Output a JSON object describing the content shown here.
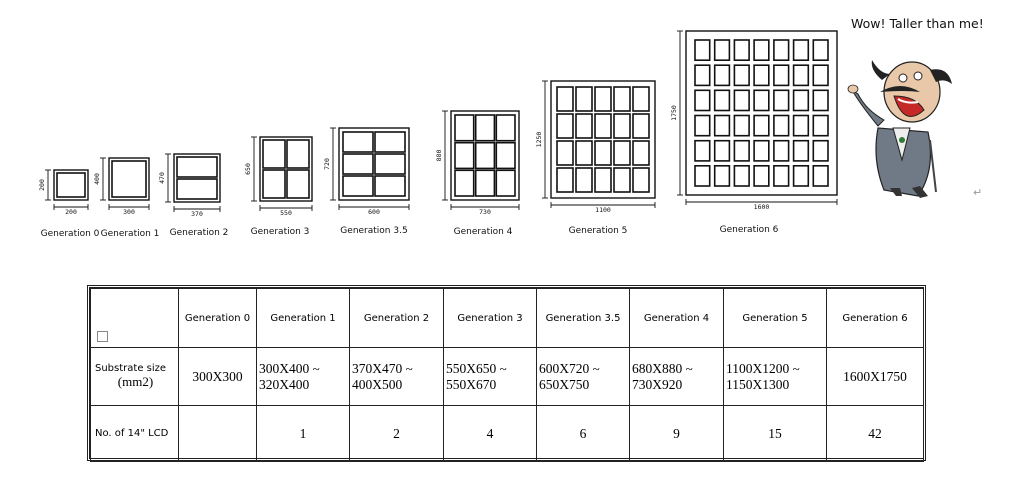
{
  "speech": "Wow! Taller than me!",
  "icons": {
    "cartoon": "shouting-man-illustration-icon",
    "return_mark": "paragraph-return-icon"
  },
  "generations": [
    {
      "label": "Generation 0",
      "height_dim": "200",
      "width_dim": "200",
      "cols": 1,
      "rows": 1
    },
    {
      "label": "Generation 1",
      "height_dim": "400",
      "width_dim": "300",
      "cols": 1,
      "rows": 1
    },
    {
      "label": "Generation 2",
      "height_dim": "470",
      "width_dim": "370",
      "cols": 1,
      "rows": 2
    },
    {
      "label": "Generation 3",
      "height_dim": "650",
      "width_dim": "550",
      "cols": 2,
      "rows": 2
    },
    {
      "label": "Generation 3.5",
      "height_dim": "720",
      "width_dim": "600",
      "cols": 2,
      "rows": 3
    },
    {
      "label": "Generation 4",
      "height_dim": "880",
      "width_dim": "730",
      "cols": 3,
      "rows": 3
    },
    {
      "label": "Generation 5",
      "height_dim": "1250",
      "width_dim": "1100",
      "cols": 5,
      "rows": 4
    },
    {
      "label": "Generation 6",
      "height_dim": "1750",
      "width_dim": "1600",
      "cols": 7,
      "rows": 6
    }
  ],
  "table": {
    "headers": [
      "Generation 0",
      "Generation 1",
      "Generation 2",
      "Generation 3",
      "Generation 3.5",
      "Generation 4",
      "Generation 5",
      "Generation 6"
    ],
    "substrate_label": "Substrate size",
    "substrate_unit": "(mm2)",
    "substrate": [
      {
        "a": "300X300",
        "b": ""
      },
      {
        "a": "300X400",
        "b": "320X400"
      },
      {
        "a": "370X470",
        "b": "400X500"
      },
      {
        "a": "550X650",
        "b": "550X670"
      },
      {
        "a": "600X720",
        "b": "650X750"
      },
      {
        "a": "680X880",
        "b": "730X920"
      },
      {
        "a": "1100X1200",
        "b": "1150X1300"
      },
      {
        "a": "1600X1750",
        "b": ""
      }
    ],
    "lcd_label": "No. of 14\" LCD",
    "lcd": [
      "",
      "1",
      "2",
      "4",
      "6",
      "9",
      "15",
      "42"
    ]
  }
}
